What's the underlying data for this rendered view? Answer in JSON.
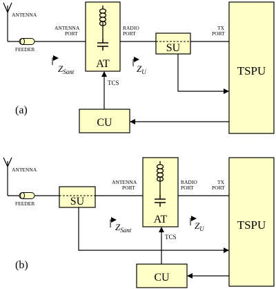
{
  "colors": {
    "fill": "#FFFFC8",
    "stroke": "#000000",
    "background": "#FFFFFF"
  },
  "panels": [
    {
      "id": "a",
      "tag": "(a)",
      "labels": {
        "antenna": "ANTENNA",
        "feeder": "FEEDER",
        "antenna_port_1": "ANTENNA",
        "antenna_port_2": "PORT",
        "radio_port_1": "RADIO",
        "radio_port_2": "PORT",
        "tx_port_1": "TX",
        "tx_port_2": "PORT",
        "at": "AT",
        "su": "SU",
        "tspu": "TSPU",
        "cu": "CU",
        "tcs": "TCS",
        "z_sant_main": "Z",
        "z_sant_sub": "Sant",
        "z_u_main": "Z",
        "z_u_sub": "U"
      }
    },
    {
      "id": "b",
      "tag": "(b)",
      "labels": {
        "antenna": "ANTENNA",
        "feeder": "FEEDER",
        "antenna_port_1": "ANTENNA",
        "antenna_port_2": "PORT",
        "radio_port_1": "RADIO",
        "radio_port_2": "PORT",
        "tx_port_1": "TX",
        "tx_port_2": "PORT",
        "at": "AT",
        "su": "SU",
        "tspu": "TSPU",
        "cu": "CU",
        "tcs": "TCS",
        "z_sant_main": "Z",
        "z_sant_sub": "Sant",
        "z_u_main": "Z",
        "z_u_sub": "U"
      }
    }
  ]
}
